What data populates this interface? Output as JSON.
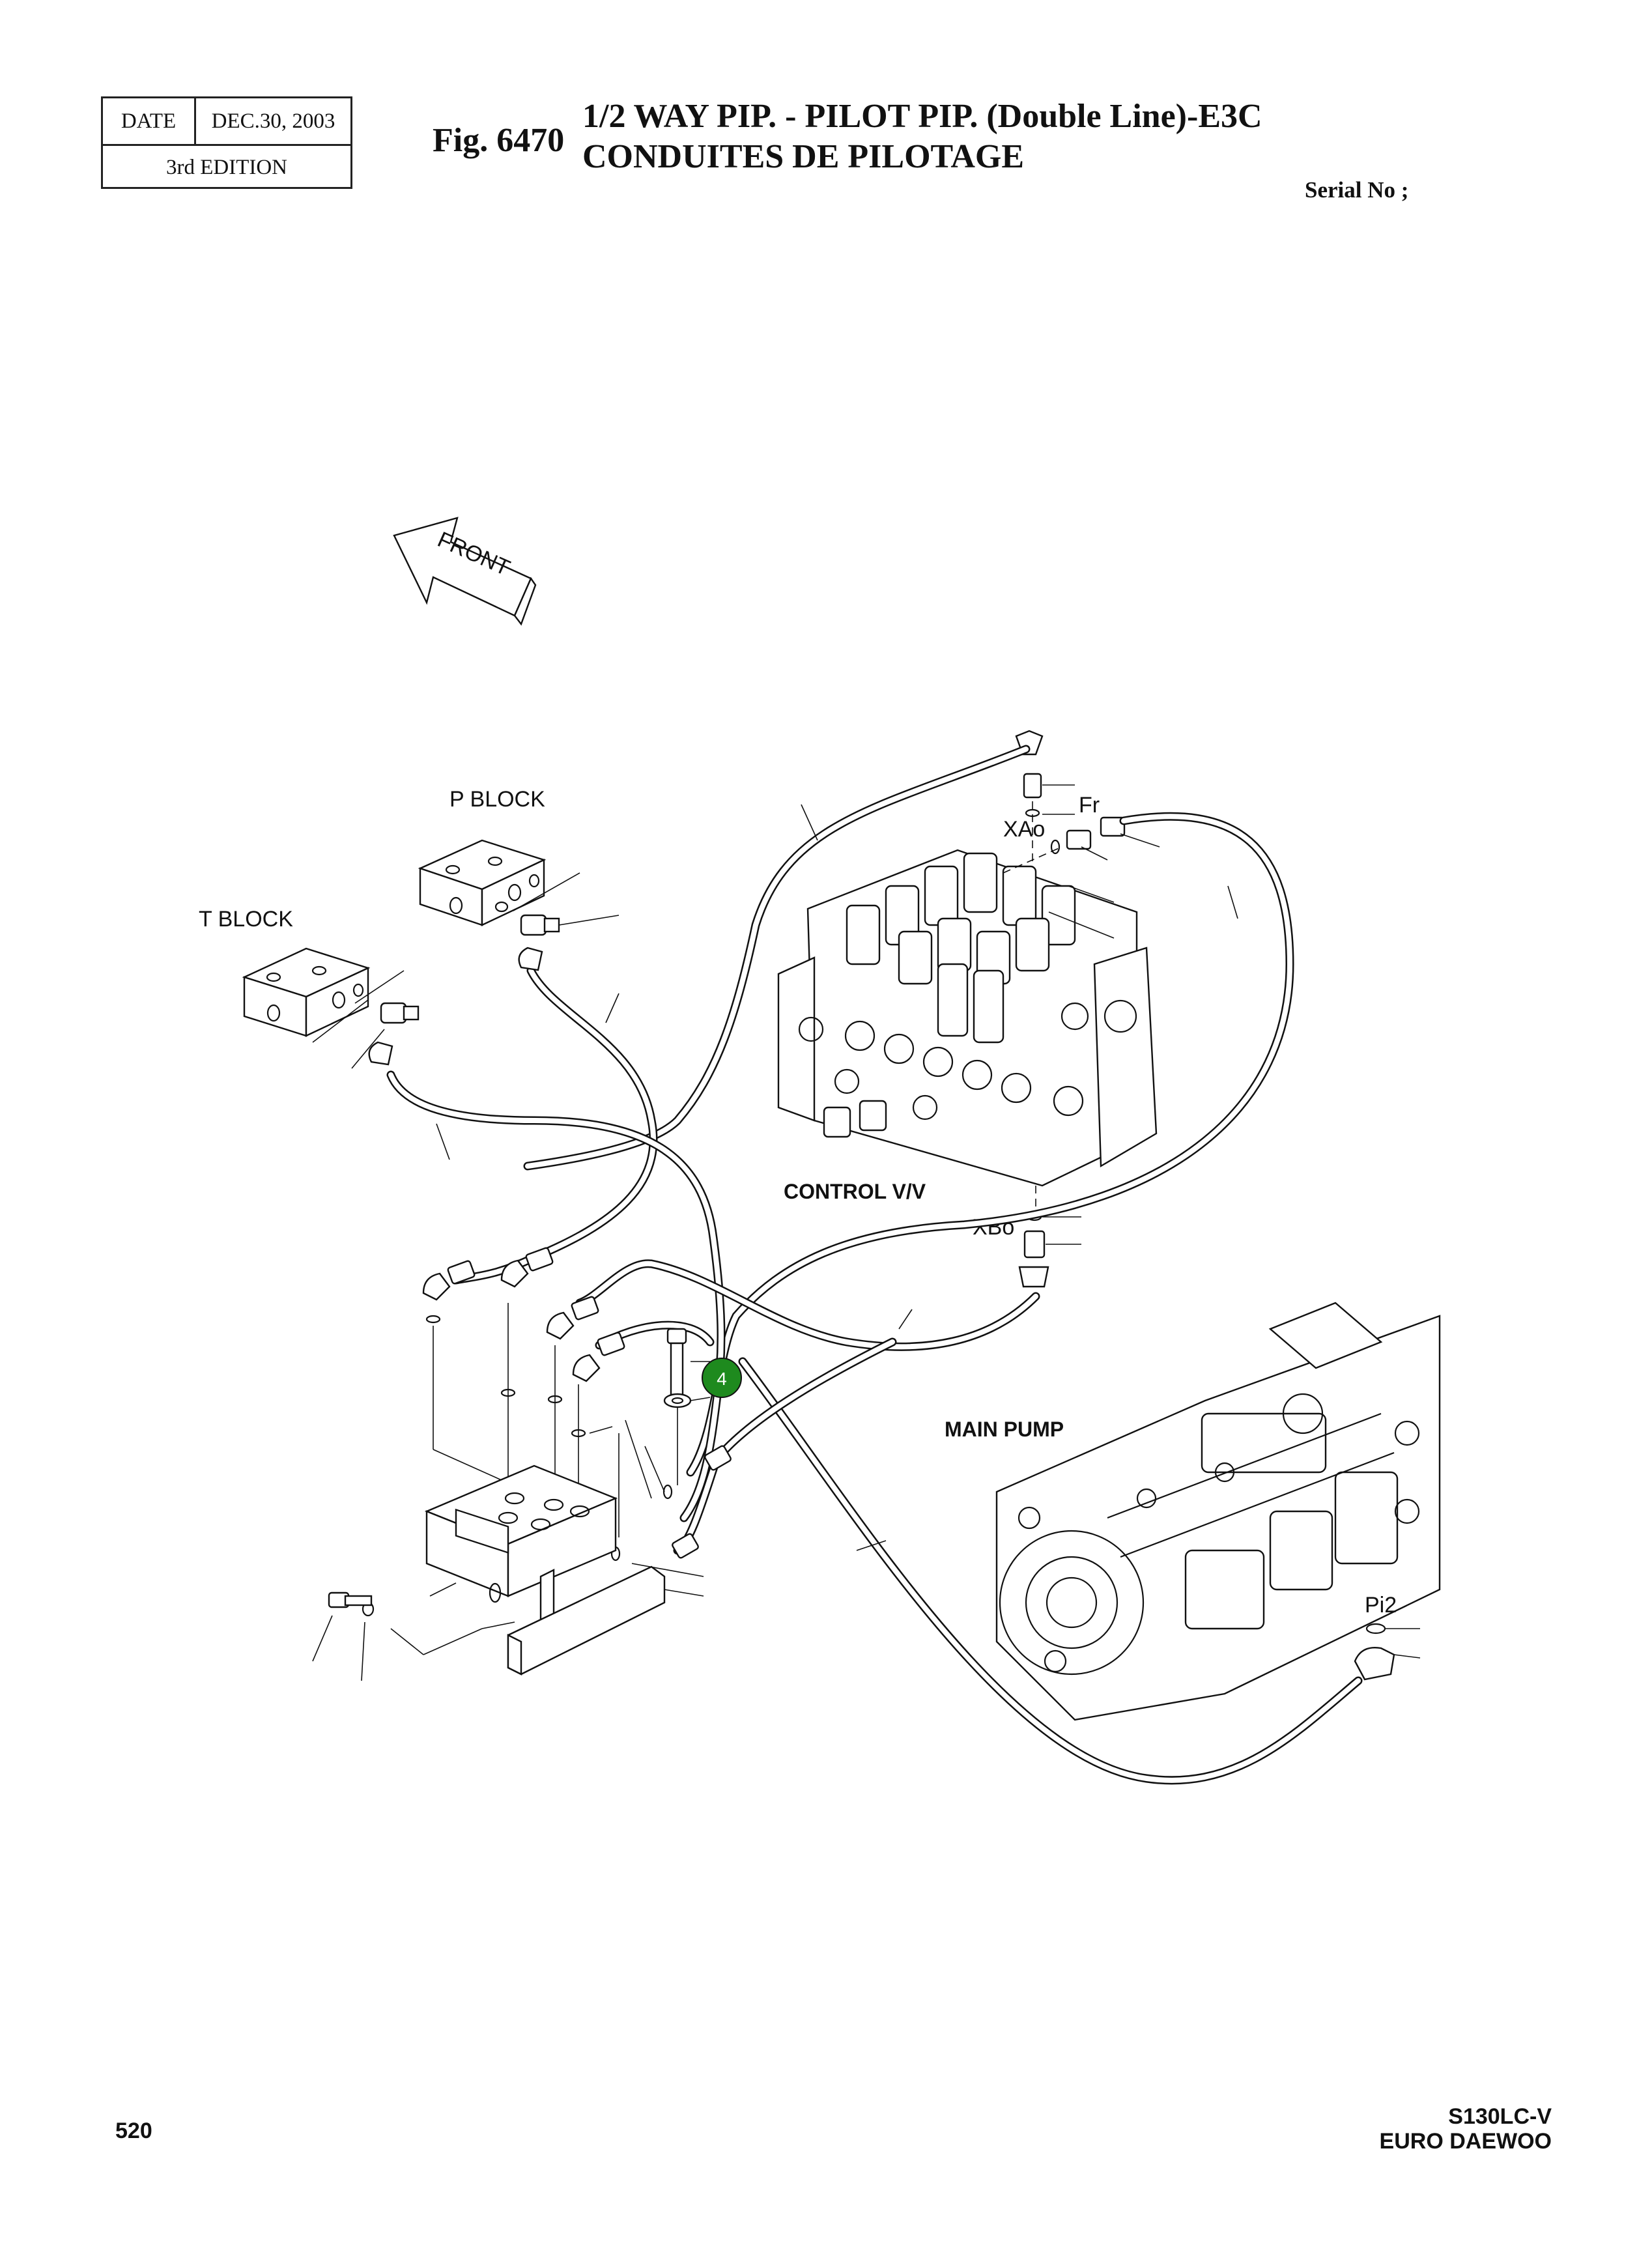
{
  "header": {
    "date_label": "DATE",
    "date_value": "DEC.30, 2003",
    "edition": "3rd  EDITION",
    "fig_number": "Fig. 6470",
    "title_line1": "1/2 WAY PIP. - PILOT PIP. (Double Line)-E3C",
    "title_line2": "CONDUITES DE PILOTAGE",
    "serial": "Serial No ;"
  },
  "diagram": {
    "front_label": "FRONT",
    "p_block": "P  BLOCK",
    "t_block": "T  BLOCK",
    "control_valve": "CONTROL V/V",
    "main_pump": "MAIN PUMP",
    "port_xao": "XAo",
    "port_fr": "Fr",
    "port_xbo": "XBo",
    "port_pi2": "Pi2",
    "callout_number": "4",
    "callout_color": "#1e8a1e"
  },
  "footer": {
    "page_number": "520",
    "model_line1": "S130LC-V",
    "model_line2": "EURO DAEWOO"
  }
}
